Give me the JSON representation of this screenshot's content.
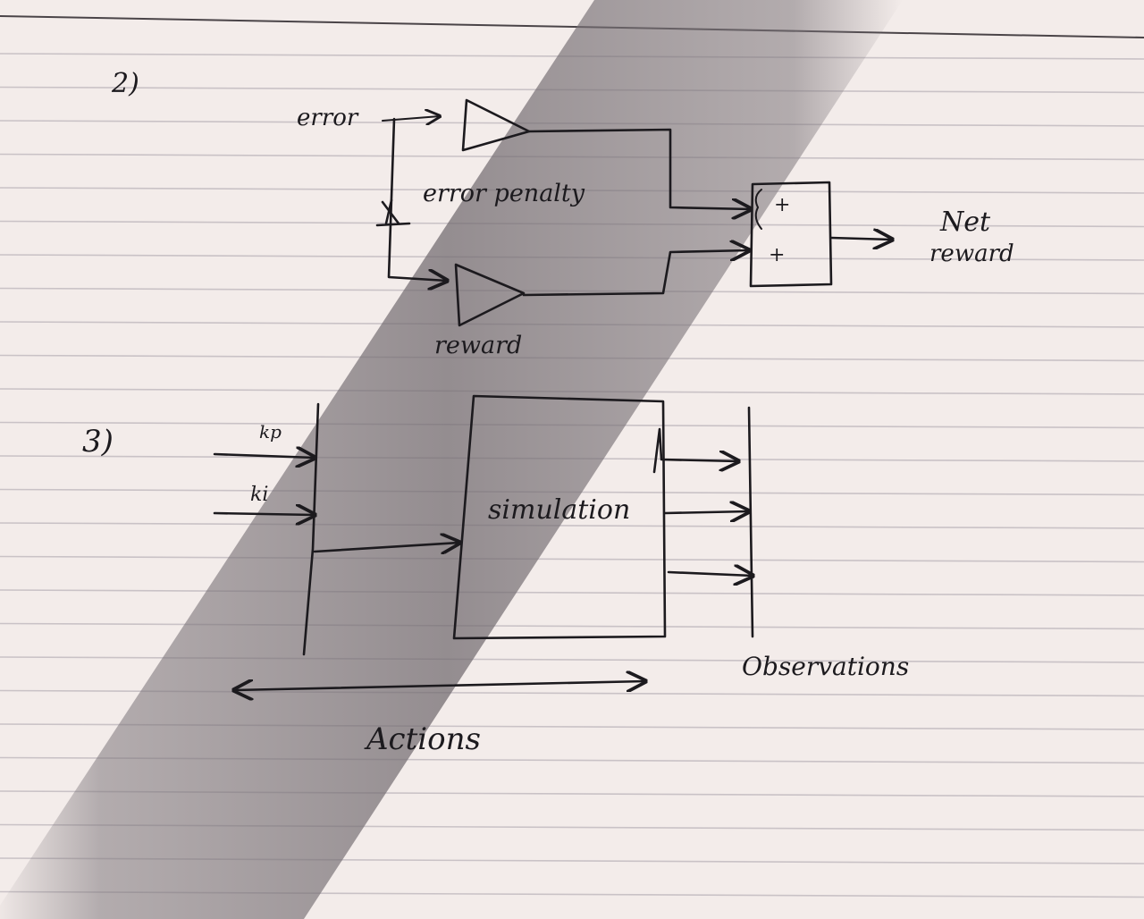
{
  "sections": {
    "reward_section": {
      "number": "2)",
      "error_input": "error",
      "error_penalty_label": "error penalty",
      "reward_label": "reward",
      "sum_signs": [
        "+",
        "+"
      ],
      "output_label_line1": "Net",
      "output_label_line2": "reward"
    },
    "env_section": {
      "number": "3)",
      "input_kp": "kp",
      "input_ki": "ki",
      "block_label": "simulation",
      "observations_label": "Observations",
      "actions_label": "Actions"
    }
  },
  "colors": {
    "paper": "#f3ecea",
    "ink": "#1c1a1e",
    "rule_line": "#c9c2c6",
    "shadow": "#8a8488"
  }
}
